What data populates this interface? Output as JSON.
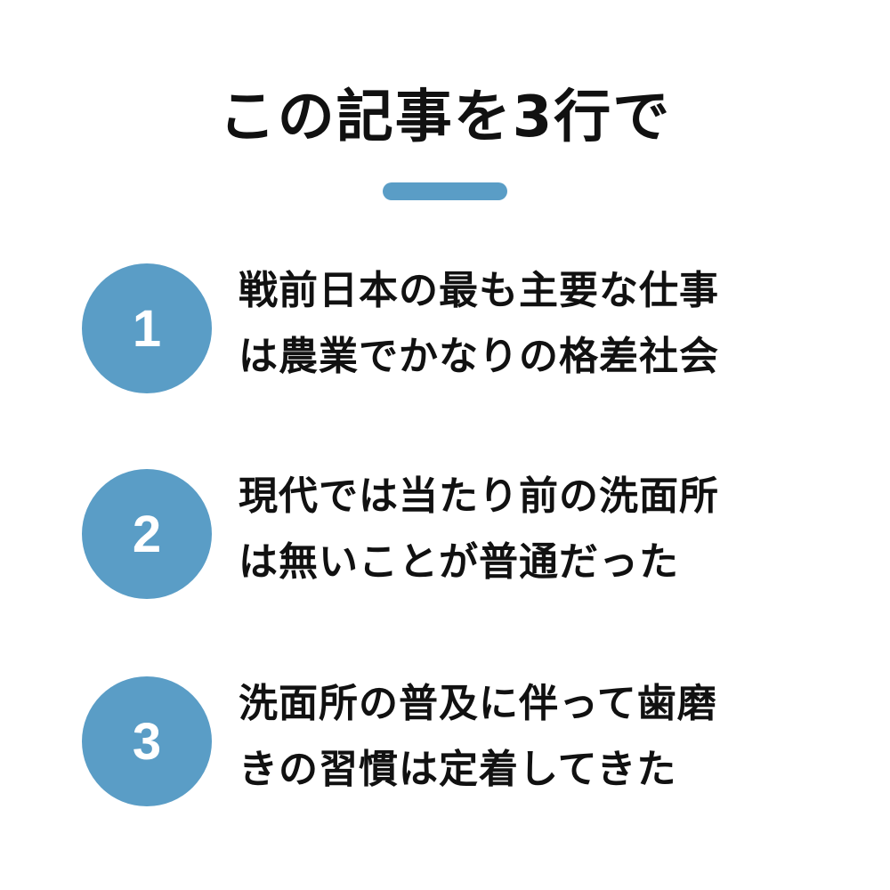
{
  "title": "この記事を3行で",
  "accent_color": "#5a9dc6",
  "items": [
    {
      "number": "1",
      "lines": [
        "戦前日本の最も主要な仕事",
        "は農業でかなりの格差社会"
      ]
    },
    {
      "number": "2",
      "lines": [
        "現代では当たり前の洗面所",
        "は無いことが普通だった"
      ]
    },
    {
      "number": "3",
      "lines": [
        "洗面所の普及に伴って歯磨",
        "きの習慣は定着してきた"
      ]
    }
  ]
}
